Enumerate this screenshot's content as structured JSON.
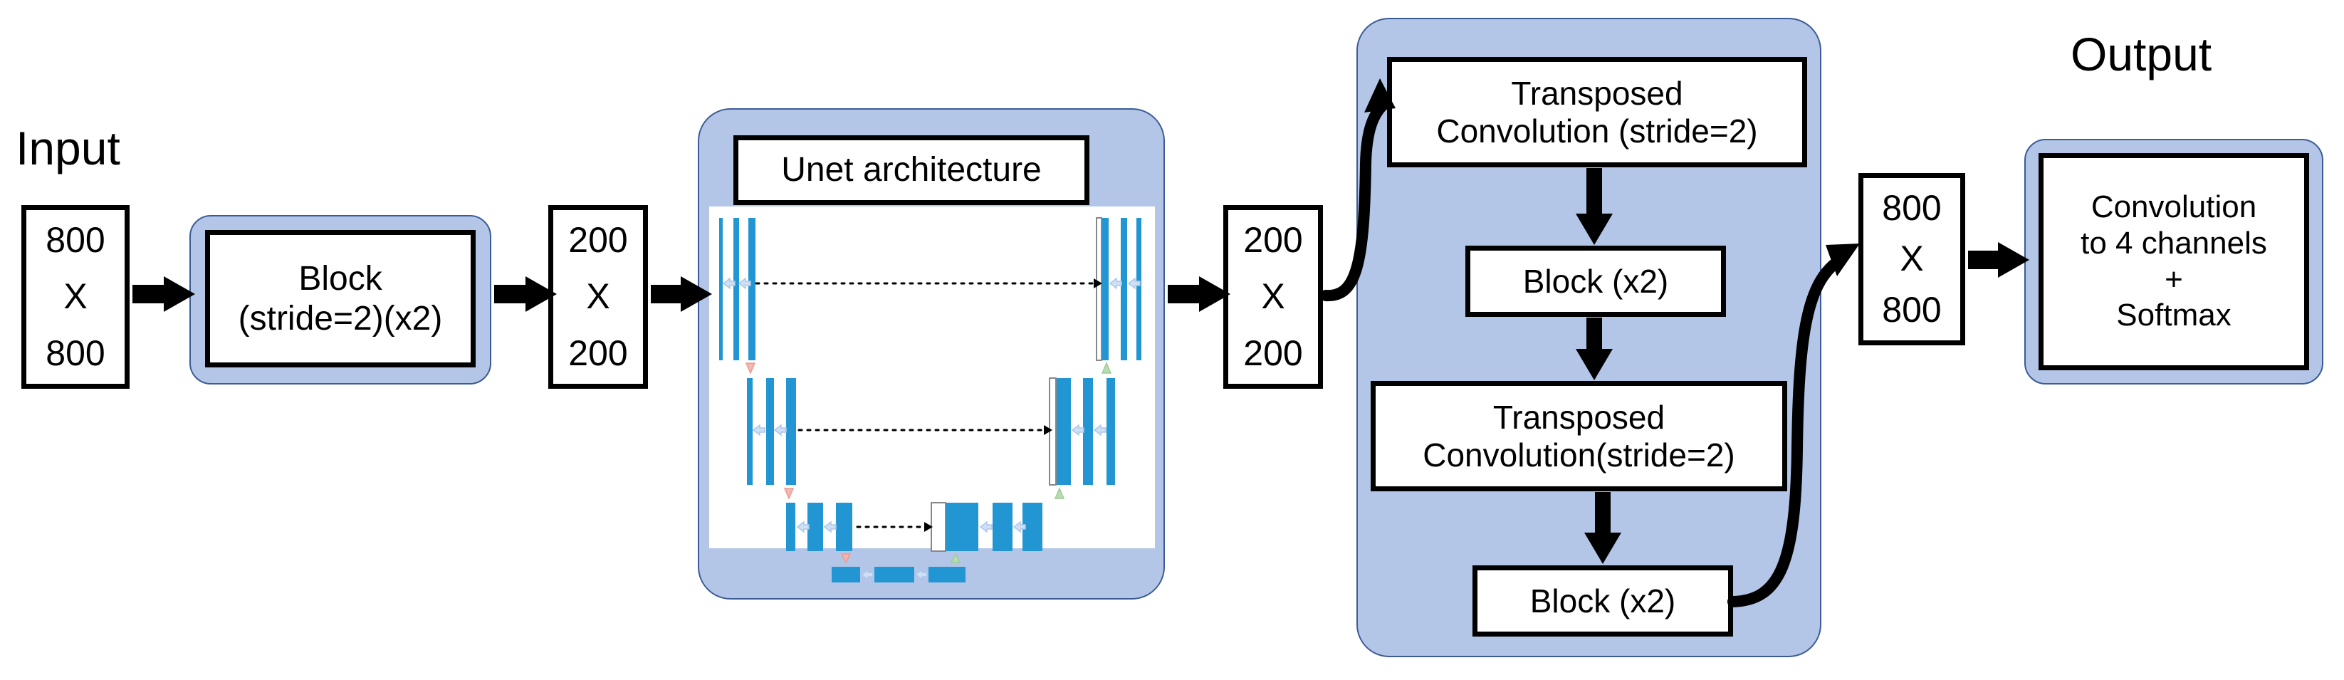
{
  "figure": {
    "type": "flow-diagram",
    "title_left": "Input",
    "title_right": "Output",
    "accent_panel_color": "#b3c6e7",
    "accent_panel_border": "#3c5b96",
    "unet_bar_color": "#2196d3",
    "unet_skip_arrow_color": "#aec6e8",
    "unet_down_arrow_color": "#f2a9a0",
    "unet_up_arrow_color": "#a8d5a2"
  },
  "labels": {
    "input": "Input",
    "output": "Output"
  },
  "nodes": {
    "input_dim": {
      "w": "800",
      "x": "X",
      "h": "800"
    },
    "block_stride": {
      "line1": "Block",
      "line2": "(stride=2)(x2)"
    },
    "dim_200_a": {
      "w": "200",
      "x": "X",
      "h": "200"
    },
    "unet_title": "Unet architecture",
    "dim_200_b": {
      "w": "200",
      "x": "X",
      "h": "200"
    },
    "transposed_conv_1": {
      "line1": "Transposed",
      "line2": "Convolution (stride=2)"
    },
    "block_x2_1": "Block (x2)",
    "transposed_conv_2": {
      "line1": "Transposed",
      "line2": "Convolution(stride=2)"
    },
    "block_x2_2": "Block (x2)",
    "dim_800": {
      "w": "800",
      "x": "X",
      "h": "800"
    },
    "output_box": {
      "line1": "Convolution",
      "line2": "to 4 channels",
      "line3": "+",
      "line4": "Softmax"
    }
  },
  "flow": [
    "800 X 800",
    "Block (stride=2)(x2)",
    "200 X 200",
    "Unet architecture",
    "200 X 200",
    "Transposed Convolution (stride=2)",
    "Block (x2)",
    "Transposed Convolution(stride=2)",
    "Block (x2)",
    "800 X 800",
    "Convolution to 4 channels + Softmax"
  ]
}
